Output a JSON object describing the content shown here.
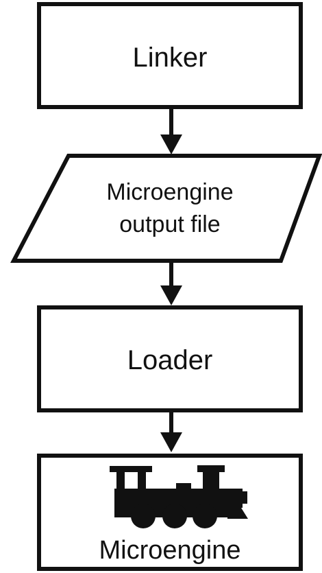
{
  "nodes": [
    {
      "id": "linker",
      "shape": "process",
      "label": "Linker"
    },
    {
      "id": "output-file",
      "shape": "data",
      "label_lines": [
        "Microengine",
        "output file"
      ]
    },
    {
      "id": "loader",
      "shape": "process",
      "label": "Loader"
    },
    {
      "id": "microengine",
      "shape": "terminal-with-icon",
      "icon": "locomotive-icon",
      "label": "Microengine"
    }
  ],
  "edges": [
    {
      "from": "linker",
      "to": "output-file"
    },
    {
      "from": "output-file",
      "to": "loader"
    },
    {
      "from": "loader",
      "to": "microengine"
    }
  ],
  "colors": {
    "stroke": "#111111",
    "fill": "#ffffff"
  }
}
